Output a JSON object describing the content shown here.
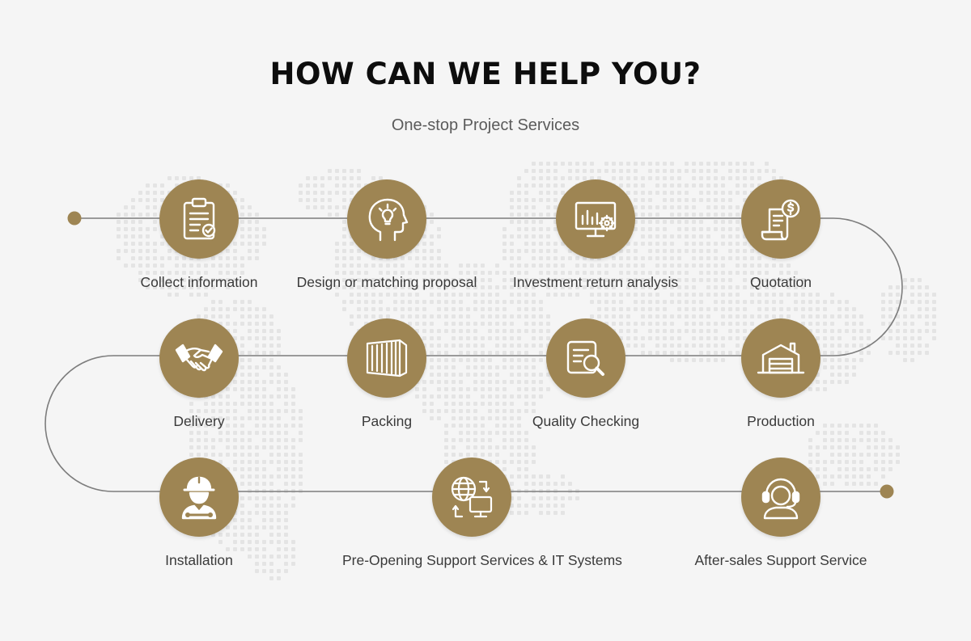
{
  "header": {
    "title": "HOW CAN WE HELP YOU?",
    "subtitle": "One-stop Project Services"
  },
  "colors": {
    "accent": "#9e8553",
    "line": "#7d7d7d",
    "background": "#f5f5f5",
    "map_dots": "#e4e4e4"
  },
  "steps": [
    {
      "label": "Collect information",
      "icon": "clipboard-check-icon"
    },
    {
      "label": "Design or matching proposal",
      "icon": "head-lightbulb-icon"
    },
    {
      "label": "Investment return analysis",
      "icon": "monitor-chart-gear-icon"
    },
    {
      "label": "Quotation",
      "icon": "invoice-dollar-icon"
    },
    {
      "label": "Production",
      "icon": "factory-icon"
    },
    {
      "label": "Quality Checking",
      "icon": "document-magnifier-icon"
    },
    {
      "label": "Packing",
      "icon": "shipping-container-icon"
    },
    {
      "label": "Delivery",
      "icon": "handshake-icon"
    },
    {
      "label": "Installation",
      "icon": "worker-hardhat-wrench-icon"
    },
    {
      "label": "Pre-Opening Support Services & IT Systems",
      "icon": "globe-monitor-sync-icon"
    },
    {
      "label": "After-sales Support Service",
      "icon": "headset-agent-icon"
    }
  ]
}
